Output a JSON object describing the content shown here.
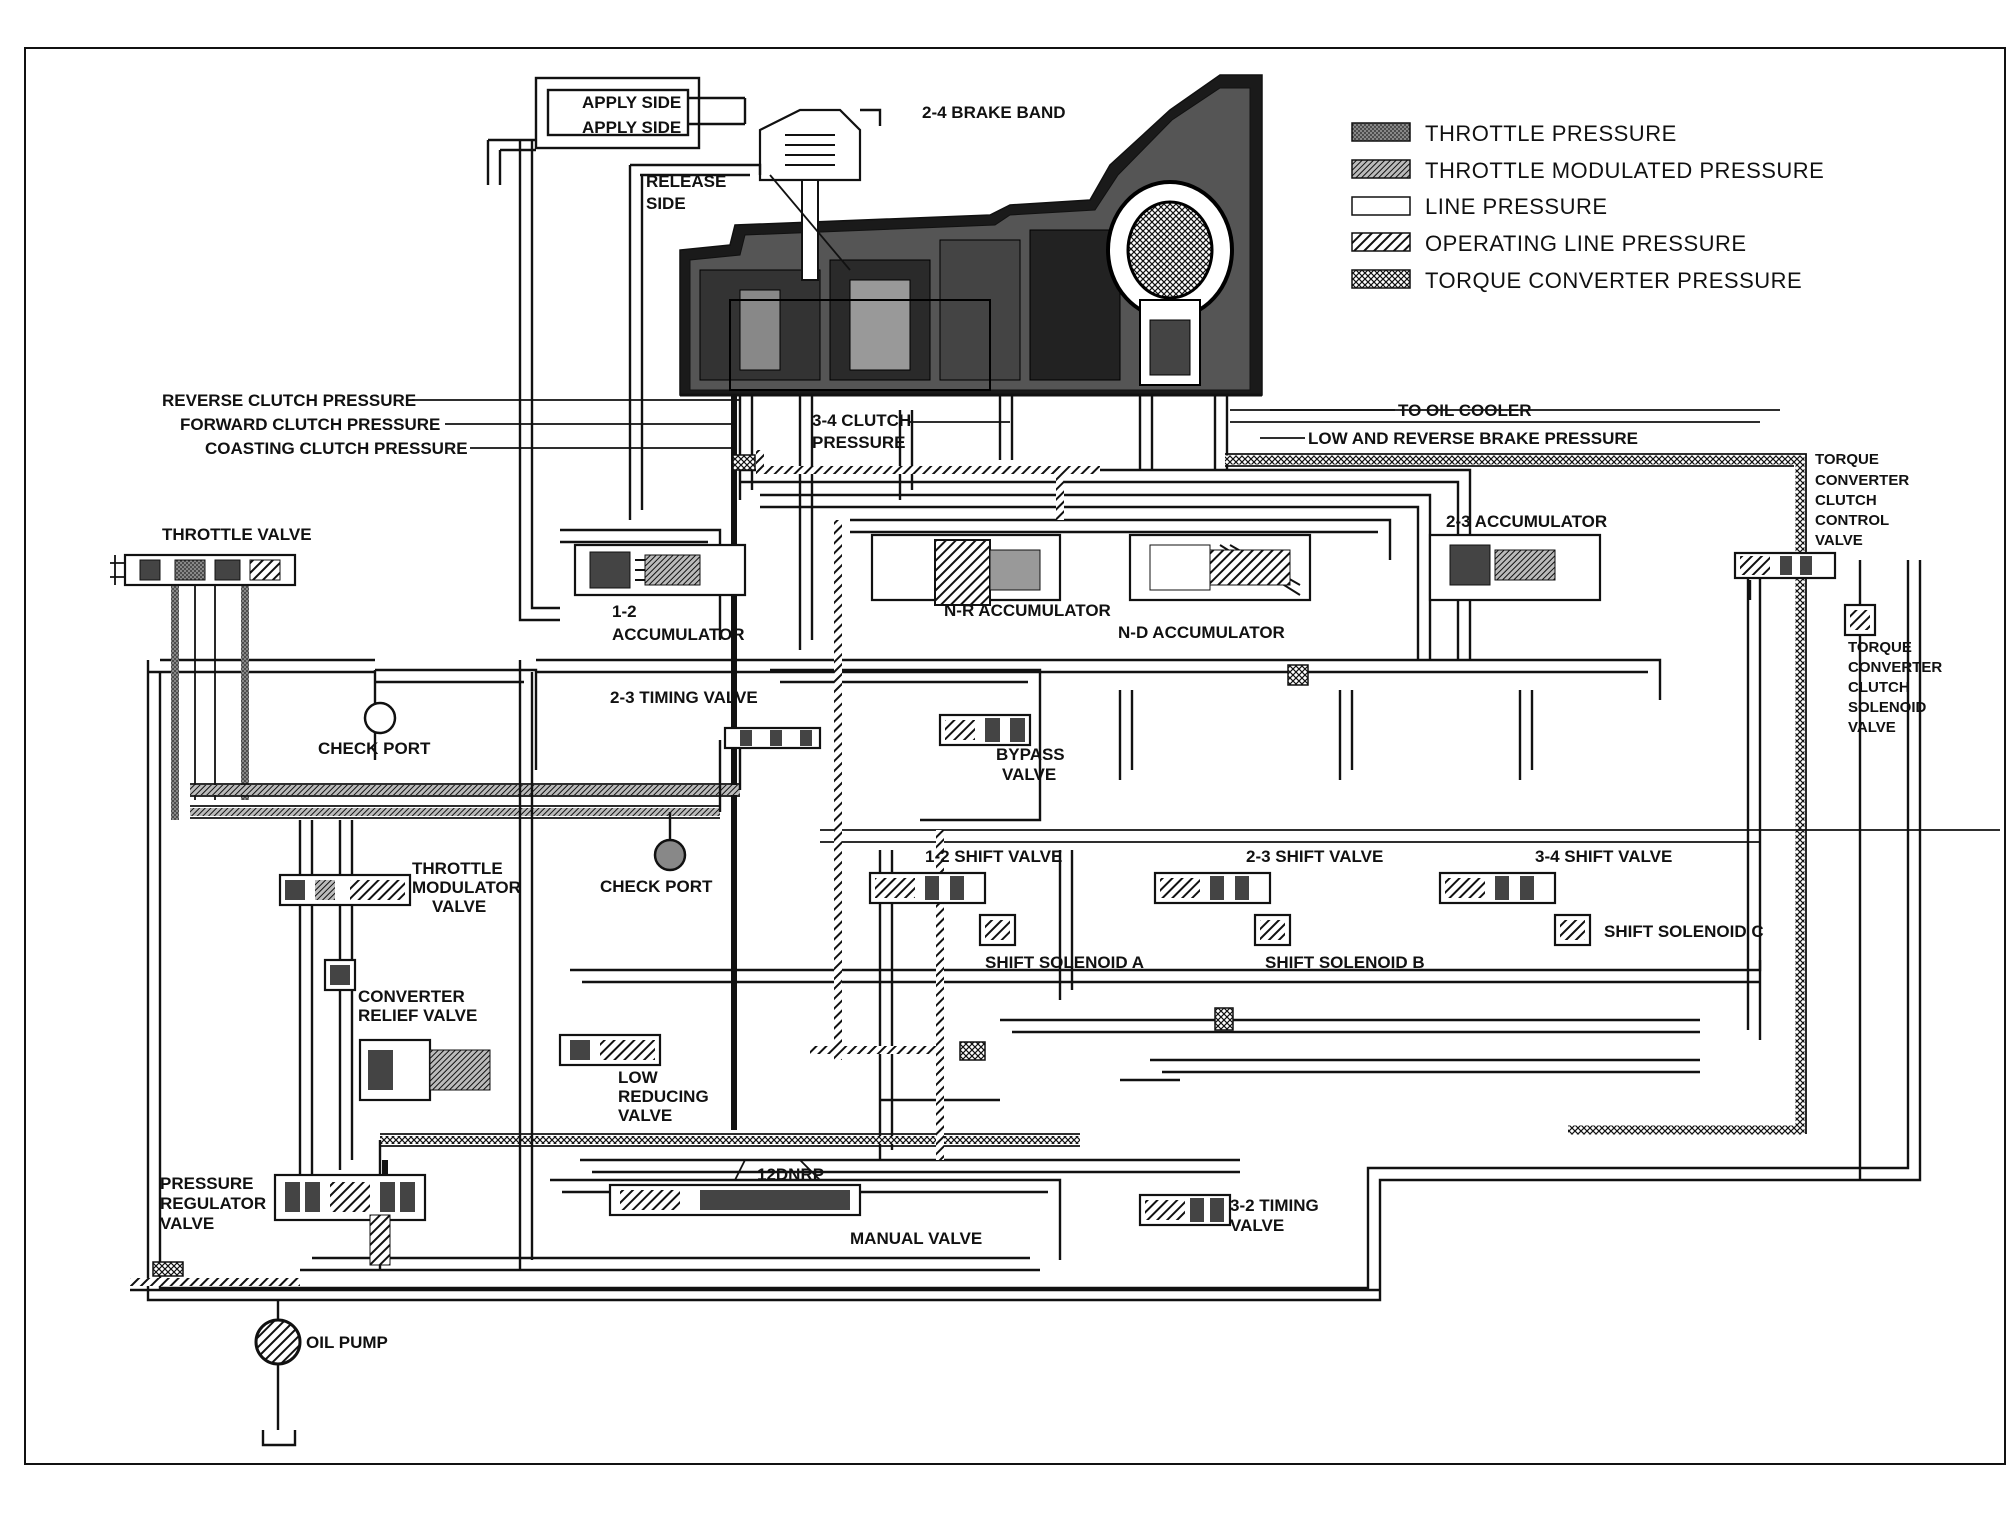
{
  "legend": {
    "items": [
      {
        "label": "THROTTLE PRESSURE",
        "pattern": "pat-throttle"
      },
      {
        "label": "THROTTLE MODULATED PRESSURE",
        "pattern": "pat-modulated"
      },
      {
        "label": "LINE PRESSURE",
        "pattern": "pat-line"
      },
      {
        "label": "OPERATING LINE PRESSURE",
        "pattern": "pat-operating"
      },
      {
        "label": "TORQUE CONVERTER PRESSURE",
        "pattern": "pat-torque"
      }
    ]
  },
  "labels": {
    "apply_side_1": "APPLY SIDE",
    "apply_side_2": "APPLY SIDE",
    "brake_band": "2-4 BRAKE BAND",
    "release_side_1": "RELEASE",
    "release_side_2": "SIDE",
    "reverse_clutch": "REVERSE CLUTCH PRESSURE",
    "forward_clutch": "FORWARD CLUTCH PRESSURE",
    "coasting_clutch": "COASTING CLUTCH PRESSURE",
    "clutch_34_1": "3-4 CLUTCH",
    "clutch_34_2": "PRESSURE",
    "oil_cooler": "TO OIL COOLER",
    "low_reverse_brake": "LOW AND REVERSE BRAKE PRESSURE",
    "tcc_control": [
      "TORQUE",
      "CONVERTER",
      "CLUTCH",
      "CONTROL",
      "VALVE"
    ],
    "tcc_solenoid": [
      "TORQUE",
      "CONVERTER",
      "CLUTCH",
      "SOLENOID",
      "VALVE"
    ],
    "throttle_valve": "THROTTLE VALVE",
    "acc_23": "2-3 ACCUMULATOR",
    "acc_12_1": "1-2",
    "acc_12_2": "ACCUMULATOR",
    "acc_nr": "N-R ACCUMULATOR",
    "acc_nd": "N-D ACCUMULATOR",
    "check_port_1": "CHECK PORT",
    "check_port_2": "CHECK PORT",
    "timing_23": "2-3 TIMING VALVE",
    "bypass_1": "BYPASS",
    "bypass_2": "VALVE",
    "throttle_mod": [
      "THROTTLE",
      "MODULATOR",
      "VALVE"
    ],
    "shift_12": "1-2 SHIFT VALVE",
    "shift_23": "2-3 SHIFT VALVE",
    "shift_34": "3-4 SHIFT VALVE",
    "solenoid_a": "SHIFT SOLENOID A",
    "solenoid_b": "SHIFT SOLENOID B",
    "solenoid_c": "SHIFT SOLENOID C",
    "converter_relief": [
      "CONVERTER",
      "RELIEF VALVE"
    ],
    "low_reducing": [
      "LOW",
      "REDUCING",
      "VALVE"
    ],
    "pressure_reg": [
      "PRESSURE",
      "REGULATOR",
      "VALVE"
    ],
    "manual_valve": "MANUAL VALVE",
    "gear_positions": "12DNRP",
    "timing_32": [
      "3-2 TIMING",
      "VALVE"
    ],
    "oil_pump": "OIL PUMP"
  }
}
